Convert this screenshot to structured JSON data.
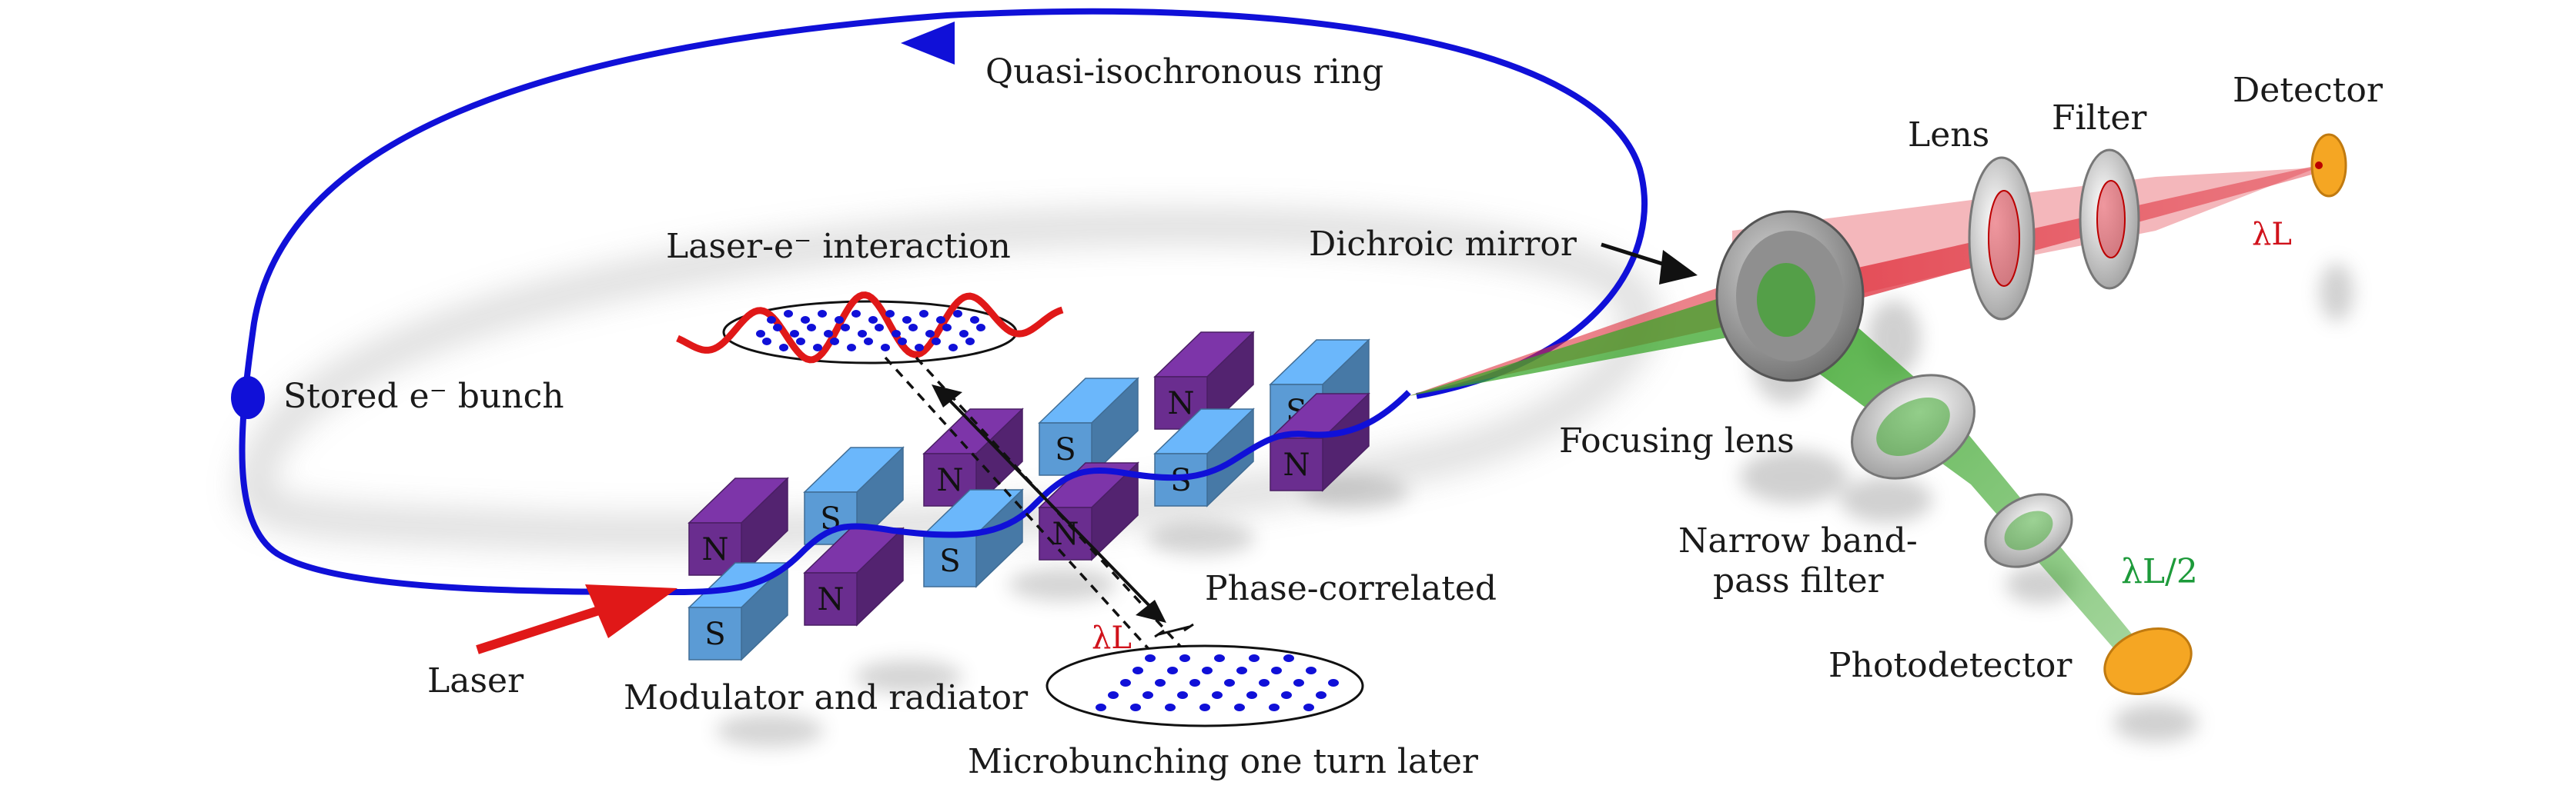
{
  "labels": {
    "ring": "Quasi-isochronous ring",
    "stored_bunch": "Stored e⁻ bunch",
    "laser_interaction": "Laser-e⁻ interaction",
    "laser": "Laser",
    "modulator": "Modulator and radiator",
    "phase_correlated": "Phase-correlated",
    "microbunching": "Microbunching one turn later",
    "lambda_l_mid": "λL",
    "dichroic": "Dichroic mirror",
    "lens": "Lens",
    "filter": "Filter",
    "detector": "Detector",
    "lambda_l_right": "λL",
    "focusing_lens": "Focusing lens",
    "narrow_band_1": "Narrow band-",
    "narrow_band_2": "pass filter",
    "lambda_half": "λL/2",
    "photodetector": "Photodetector"
  },
  "magnets": {
    "N": "N",
    "S": "S"
  },
  "colors": {
    "beam": "#1010d8",
    "laser": "#e01818",
    "magnet_n": "#6a2d8f",
    "magnet_s": "#5b9bd5",
    "red_light": "#e03040",
    "green_light": "#3faa2a",
    "detector": "#f5a623",
    "label_red": "#d0121b",
    "label_green": "#1d9a3a"
  },
  "icons": {
    "mirror": "dichroic-mirror-icon",
    "detector": "detector-icon",
    "photodetector": "photodetector-icon"
  }
}
